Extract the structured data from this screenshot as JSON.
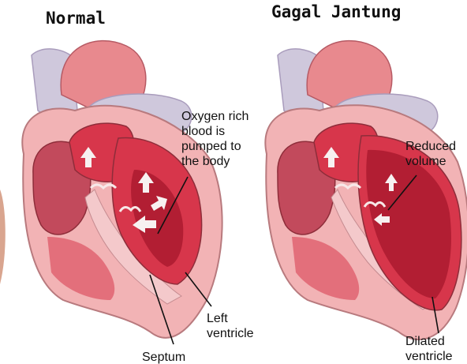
{
  "panels": [
    {
      "title": "Normal"
    },
    {
      "title": "Gagal Jantung"
    }
  ],
  "labels": {
    "oxygen": [
      "Oxygen rich",
      "blood is",
      "pumped to",
      "the body"
    ],
    "left_ventricle": [
      "Left",
      "ventricle"
    ],
    "septum": "Septum",
    "reduced": [
      "Reduced",
      "volume"
    ],
    "dilated": [
      "Dilated",
      "ventricle"
    ]
  },
  "colors": {
    "outer_wall": "#f2b3b5",
    "muscle": "#d7364b",
    "chamber_dark": "#b21e33",
    "vessel": "#e8898e",
    "vein": "#cfc8dc",
    "atrium_inner": "#c24a5c"
  }
}
